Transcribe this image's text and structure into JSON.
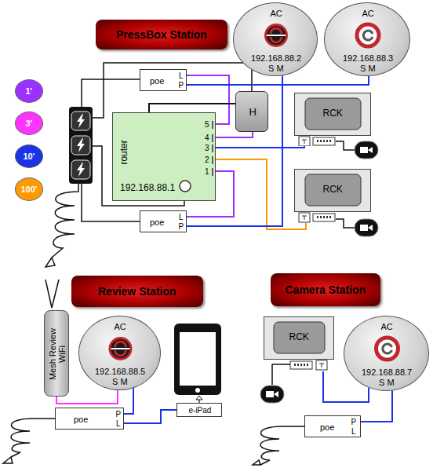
{
  "diagram": {
    "nodes": [
      {
        "text": [
          "PressBox Station"
        ]
      },
      {
        "text": [
          "AC",
          "192.168.88.2",
          "S M"
        ]
      },
      {
        "text": [
          "AC",
          "192.168.88.3",
          "S M"
        ]
      },
      {
        "text": [
          "poe",
          "L",
          "P"
        ]
      },
      {
        "text": [
          "H"
        ]
      },
      {
        "text": [
          "RCK"
        ]
      },
      {
        "text": [
          "router",
          "192.168.88.1",
          "5",
          "4",
          "3",
          "2",
          "1"
        ]
      },
      {
        "text": [
          "RCK"
        ]
      },
      {
        "text": [
          "poe",
          "L",
          "P"
        ]
      },
      {
        "text": [
          "Review Station"
        ]
      },
      {
        "text": [
          "Camera Station"
        ]
      },
      {
        "text": [
          "Mesh Review WiFi"
        ]
      },
      {
        "text": [
          "AC",
          "192.168.88.5",
          "S M"
        ]
      },
      {
        "text": [
          "e-iPad"
        ]
      },
      {
        "text": [
          "RCK"
        ]
      },
      {
        "text": [
          "AC",
          "192.168.88.7",
          "S M"
        ]
      },
      {
        "text": [
          "poe",
          "P",
          "L"
        ]
      },
      {
        "text": [
          "poe",
          "P",
          "L"
        ]
      }
    ],
    "edges": [
      {
        "from": 3,
        "to": 6,
        "arrow": "none"
      },
      {
        "from": 3,
        "to": 2,
        "arrow": "none"
      },
      {
        "from": 6,
        "to": 4,
        "arrow": "none"
      },
      {
        "from": 6,
        "to": 4,
        "arrow": "none"
      },
      {
        "from": 6,
        "to": 5,
        "arrow": "none"
      },
      {
        "from": 6,
        "to": 7,
        "arrow": "none"
      },
      {
        "from": 6,
        "to": 8,
        "arrow": "none"
      },
      {
        "from": 8,
        "to": 1,
        "arrow": "none"
      },
      {
        "from": 11,
        "to": 12,
        "arrow": "none"
      },
      {
        "from": 16,
        "to": 12,
        "arrow": "none"
      },
      {
        "from": 16,
        "to": 13,
        "arrow": "none"
      },
      {
        "from": 14,
        "to": 15,
        "arrow": "none"
      },
      {
        "from": 17,
        "to": 15,
        "arrow": "none"
      }
    ],
    "legend": [
      {
        "text": "1'",
        "color": "#9b30ff"
      },
      {
        "text": "3'",
        "color": "#ff33ff"
      },
      {
        "text": "10'",
        "color": "#1a33e6"
      },
      {
        "text": "100'",
        "color": "#ff9900"
      }
    ]
  }
}
